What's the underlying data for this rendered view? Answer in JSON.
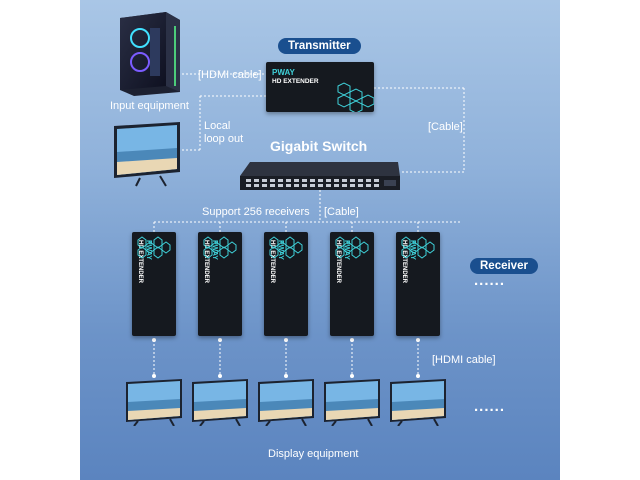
{
  "labels": {
    "transmitter": "Transmitter",
    "input_equipment": "Input equipment",
    "hdmi_cable_top": "[HDMI cable]",
    "local_loop_out": "Local\nloop out",
    "cable_right": "[Cable]",
    "gigabit_switch": "Gigabit Switch",
    "support_receivers": "Support 256 receivers",
    "cable_middle": "[Cable]",
    "receiver": "Receiver",
    "dots_receiver": "......",
    "hdmi_cable_bottom": "[HDMI cable]",
    "dots_display": "......",
    "display_equipment": "Display equipment"
  },
  "device": {
    "brand": "PWAY",
    "name": "HD EXTENDER"
  },
  "icons": [
    "pc-tower-icon",
    "tv-icon",
    "network-switch-icon",
    "extender-device-icon"
  ],
  "colors": {
    "pill": "#1a4f8f",
    "accent": "#3fd1d9",
    "device": "#15191f"
  }
}
